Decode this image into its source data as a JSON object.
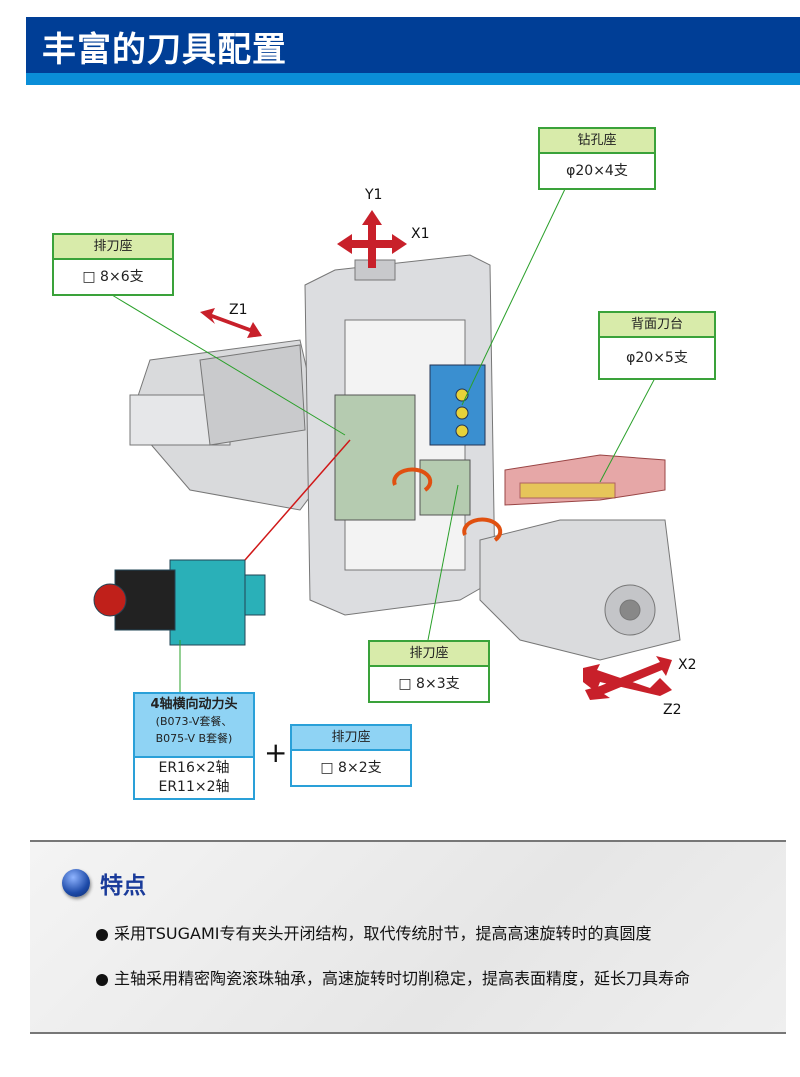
{
  "header": {
    "title": "丰富的刀具配置"
  },
  "axes": {
    "y1": "Y1",
    "x1": "X1",
    "z1": "Z1",
    "x2": "X2",
    "z2": "Z2"
  },
  "labels": {
    "gang_6": {
      "title": "排刀座",
      "spec": "□ 8×6支"
    },
    "drill": {
      "title": "钻孔座",
      "spec": "φ20×4支"
    },
    "back": {
      "title": "背面刀台",
      "spec": "φ20×5支"
    },
    "gang_3": {
      "title": "排刀座",
      "spec": "□ 8×3支"
    },
    "live": {
      "title": "4轴横向动力头",
      "sub1": "(B073-V套餐、",
      "sub2": "B075-V  B套餐)",
      "spec1": "ER16×2轴",
      "spec2": "ER11×2轴"
    },
    "plus": "+",
    "gang_2": {
      "title": "排刀座",
      "spec": "□ 8×2支"
    }
  },
  "features": {
    "title": "特点",
    "items": [
      "采用TSUGAMI专有夹头开闭结构，取代传统肘节，提高高速旋转时的真圆度",
      "主轴采用精密陶瓷滚珠轴承，高速旋转时切削稳定，提高表面精度，延长刀具寿命"
    ]
  }
}
